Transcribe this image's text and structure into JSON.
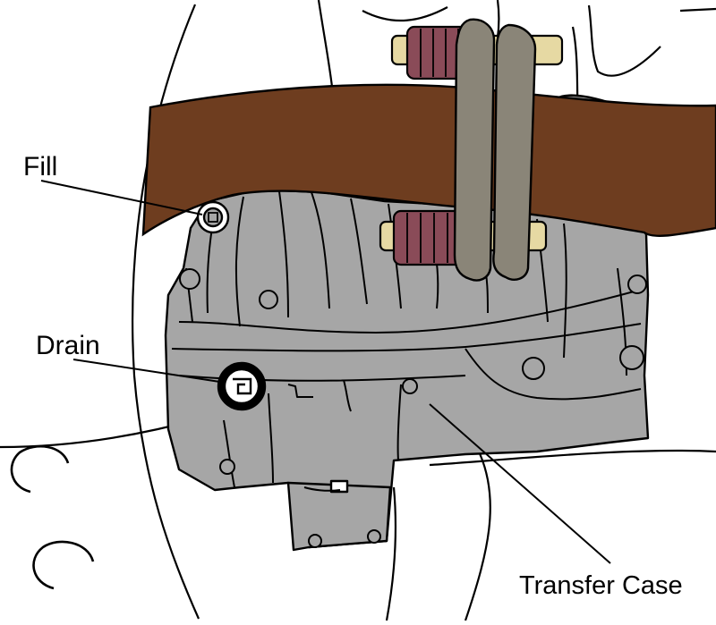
{
  "labels": {
    "fill": "Fill",
    "drain": "Drain",
    "transfer_case": "Transfer Case"
  },
  "colors": {
    "case_gray": "#a6a6a6",
    "pipe_brown": "#6e3d1f",
    "spring_rose": "#8a4b58",
    "flange_gray": "#8a8578",
    "bolt_tan": "#e6d9a3",
    "line": "#000000",
    "background": "#ffffff"
  }
}
